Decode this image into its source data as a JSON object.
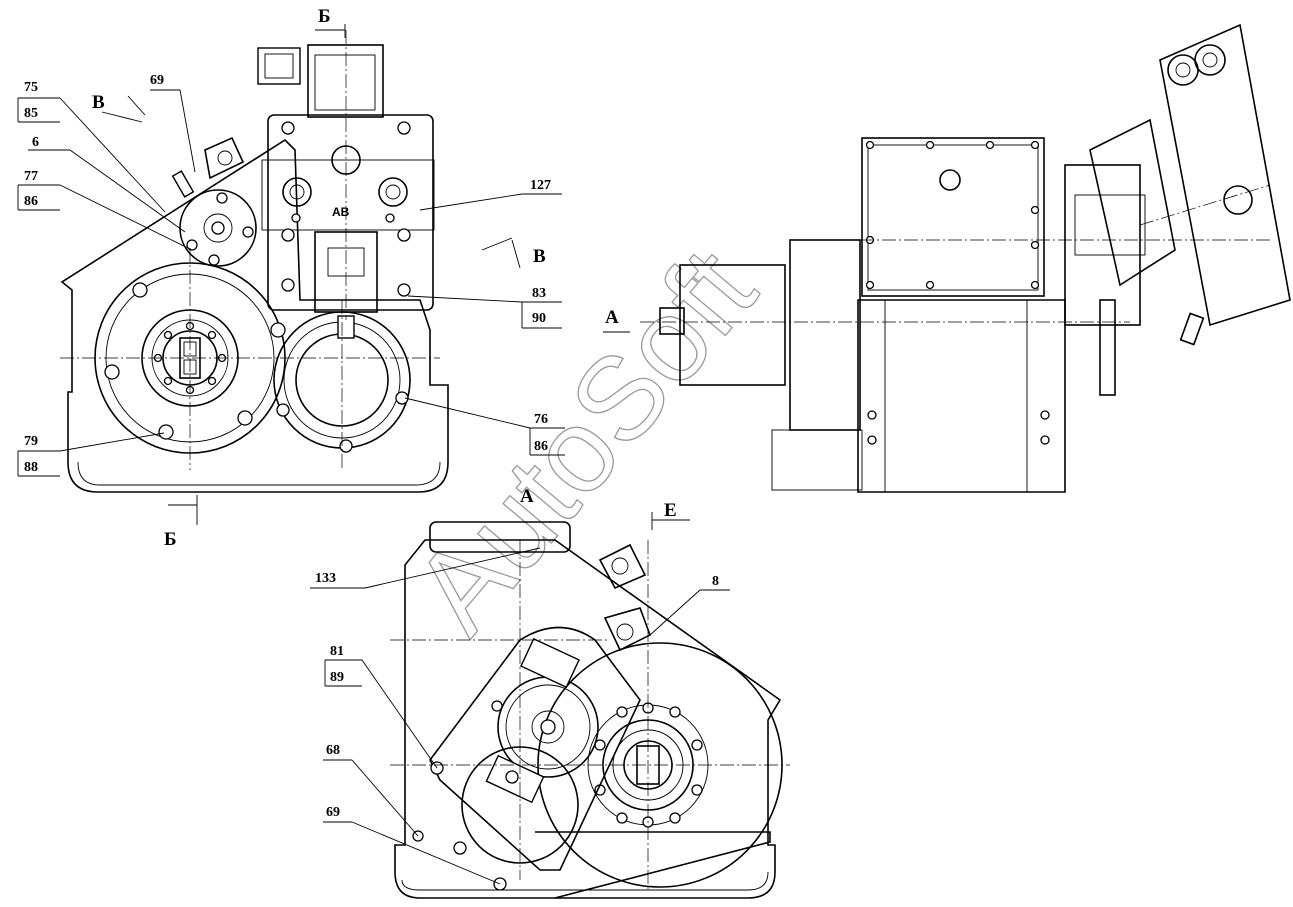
{
  "labels": {
    "l75": "75",
    "l85": "85",
    "l69a": "69",
    "l6": "6",
    "l77": "77",
    "l86a": "86",
    "l127": "127",
    "l83": "83",
    "l90": "90",
    "l76": "76",
    "l86b": "86",
    "l79": "79",
    "l88": "88",
    "l133": "133",
    "l8": "8",
    "l81": "81",
    "l89": "89",
    "l68": "68",
    "l69b": "69"
  },
  "section_marks": {
    "b_top": "Б",
    "b_bottom": "Б",
    "v_left": "В",
    "v_right": "В",
    "a_side": "А",
    "a_bottom": "А",
    "e_mark": "Е"
  },
  "watermark": "AutoSoft"
}
